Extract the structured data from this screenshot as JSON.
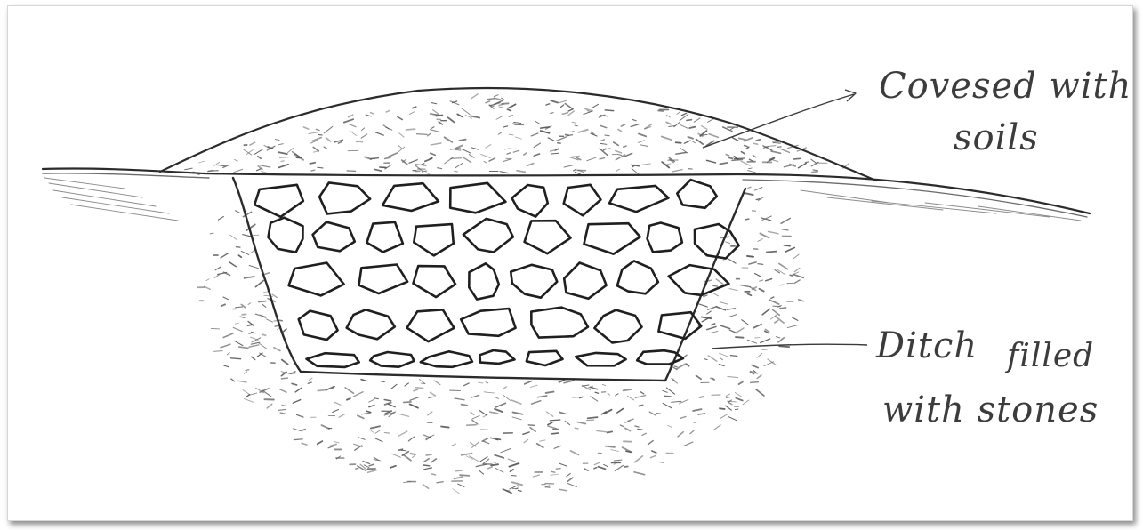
{
  "labels": {
    "covered_line1": "Covesed with",
    "covered_line2": "soils",
    "ditch_line1": "Ditch",
    "ditch_filled": "filled",
    "ditch_line2": "with stones"
  },
  "colors": {
    "pencil": "#2b2b2b",
    "stone_outline": "#1f1f1f",
    "soil_speckle": "#555555"
  }
}
